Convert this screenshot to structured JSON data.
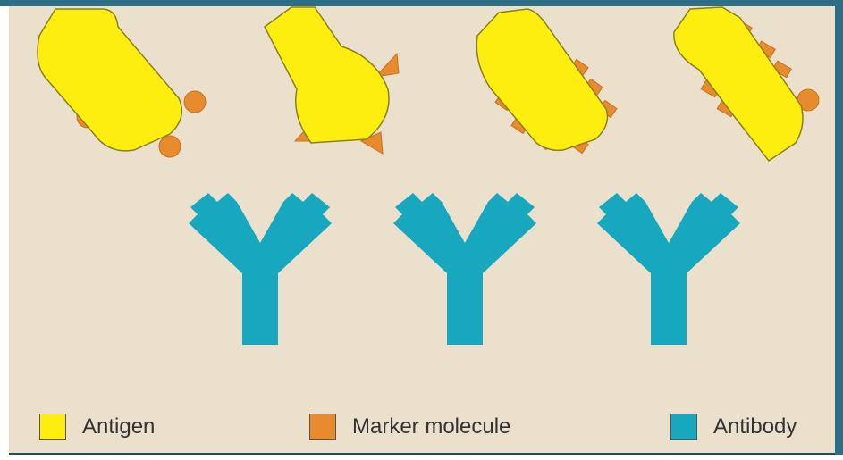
{
  "colors": {
    "antigen": "#fdee10",
    "marker": "#e88a2e",
    "antibody": "#17a7be",
    "background": "#ebe0cb",
    "frame": "#2c6e86"
  },
  "legend": [
    {
      "label": "Antigen",
      "color": "#fdee10"
    },
    {
      "label": "Marker molecule",
      "color": "#e88a2e"
    },
    {
      "label": "Antibody",
      "color": "#17a7be"
    }
  ]
}
